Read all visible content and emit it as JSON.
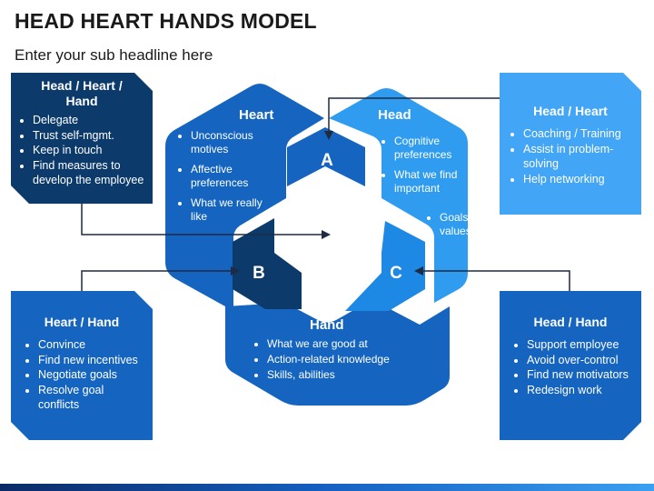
{
  "header": {
    "title": "HEAD HEART HANDS MODEL",
    "subtitle": "Enter your sub headline here"
  },
  "colors": {
    "dark_navy": "#0c3a6b",
    "mid_blue": "#1565c0",
    "bright_blue": "#2f9cf0",
    "light_blue": "#42a5f5",
    "text": "#1a1a1a"
  },
  "hexagon": {
    "heart": {
      "title": "Heart",
      "items": [
        "Unconscious motives",
        "Affective preferences",
        "What we really like"
      ]
    },
    "head": {
      "title": "Head",
      "items": [
        "Cognitive preferences",
        "What we find important",
        "Goals, values"
      ]
    },
    "hand": {
      "title": "Hand",
      "items": [
        "What we are good at",
        "Action-related knowledge",
        "Skills, abilities"
      ]
    },
    "letters": {
      "a": "A",
      "b": "B",
      "c": "C"
    }
  },
  "boxes": {
    "top_left": {
      "title": "Head / Heart / Hand",
      "items": [
        "Delegate",
        "Trust self-mgmt.",
        "Keep in touch",
        "Find measures to develop the employee"
      ]
    },
    "top_right": {
      "title": "Head / Heart",
      "items": [
        "Coaching / Training",
        "Assist in problem-solving",
        "Help networking"
      ]
    },
    "bottom_left": {
      "title": "Heart / Hand",
      "items": [
        "Convince",
        "Find new incentives",
        "Negotiate goals",
        "Resolve goal conflicts"
      ]
    },
    "bottom_right": {
      "title": "Head / Hand",
      "items": [
        "Support employee",
        "Avoid over-control",
        "Find new motivators",
        "Redesign work"
      ]
    }
  }
}
